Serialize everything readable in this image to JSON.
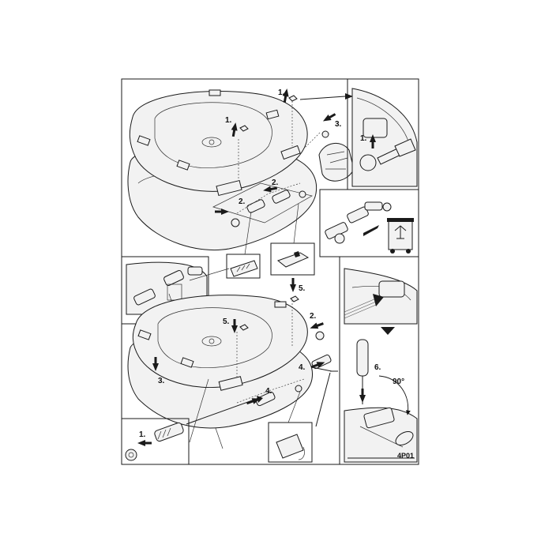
{
  "steps": {
    "s1a": "1.",
    "s1b": "1.",
    "s1c": "1.",
    "s1d": "1.",
    "s2a": "2.",
    "s2b": "2.",
    "s3a": "3.",
    "s3b": "3.",
    "s4a": "4.",
    "s4b": "4.",
    "s5a": "5.",
    "s5b": "5.",
    "s6": "6.",
    "angle": "90°"
  },
  "document_code": "4P01",
  "icons": [
    "toilet-seat-lid",
    "hinge-pin",
    "hinge-cap",
    "screwdriver",
    "recycle-bin-icon",
    "arrow-icon"
  ]
}
